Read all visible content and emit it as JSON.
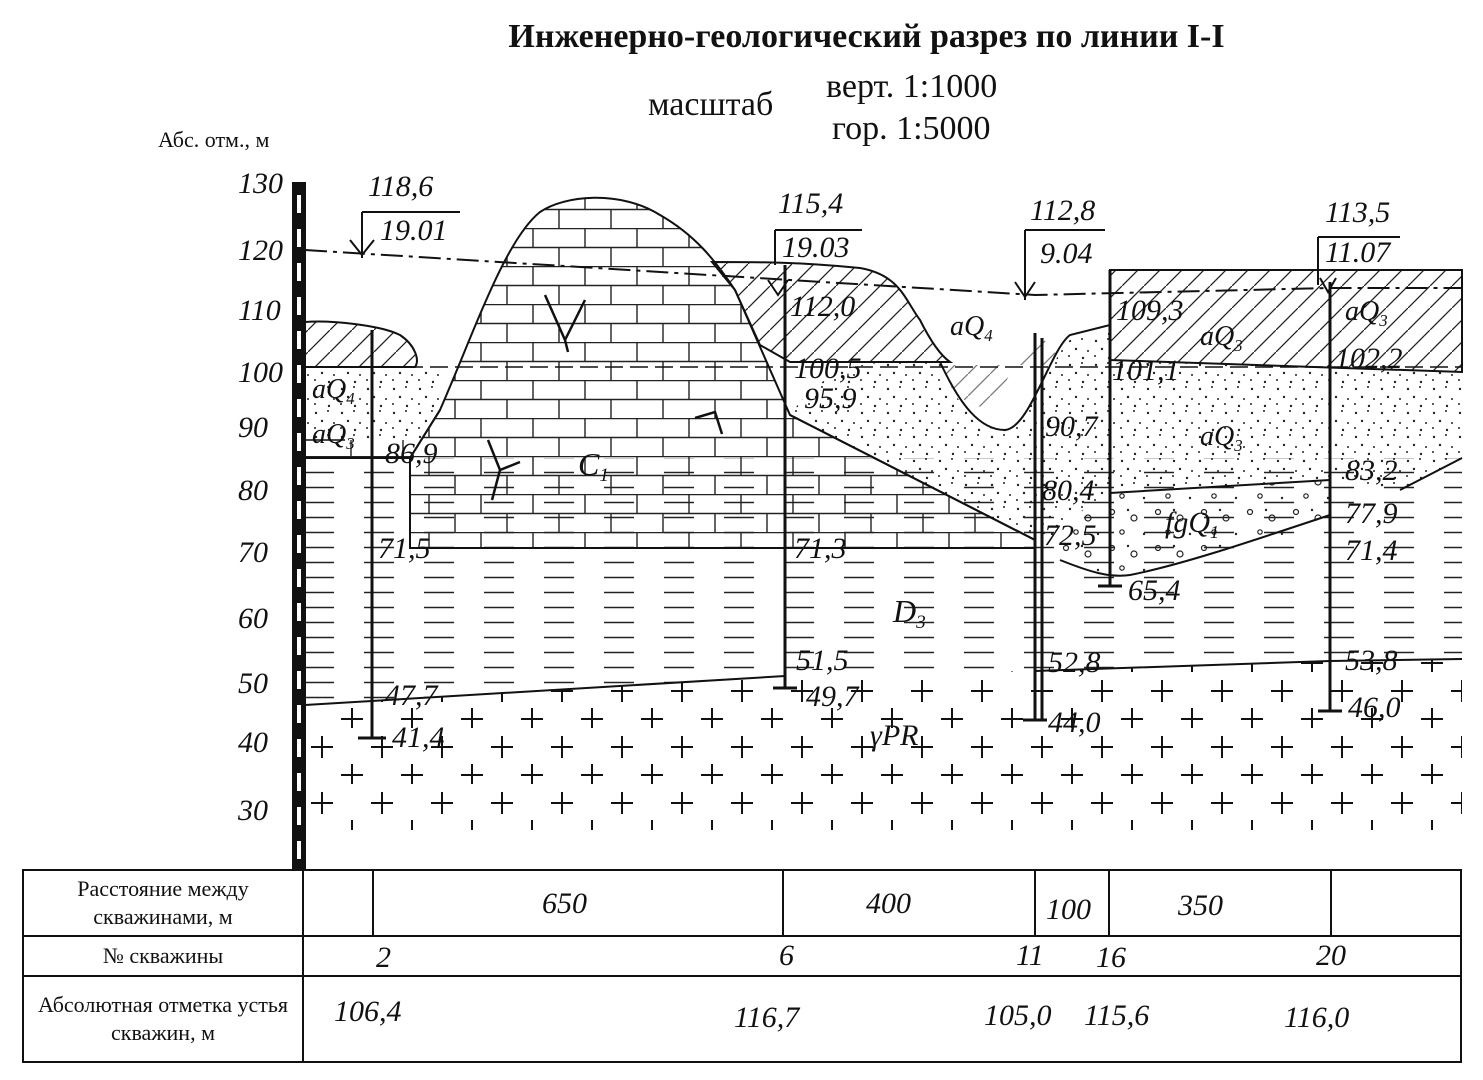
{
  "title": "Инженерно-геологический разрез по линии I-I",
  "scale": {
    "label": "масштаб",
    "vertical": "верт. 1:1000",
    "horizontal": "гор. 1:5000"
  },
  "y_axis": {
    "title": "Абс. отм., м",
    "ticks": [
      "130",
      "120",
      "110",
      "100",
      "90",
      "80",
      "70",
      "60",
      "50",
      "40",
      "30"
    ]
  },
  "boreholes": [
    {
      "id": "2",
      "top": "118,6",
      "date": "19.01",
      "marks": [
        "86,9",
        "71,5",
        "47,7",
        "41,4"
      ]
    },
    {
      "id": "6",
      "top": "115,4",
      "date": "19.03",
      "marks": [
        "112,0",
        "100,5",
        "95,9",
        "71,3",
        "51,5",
        "49,7"
      ]
    },
    {
      "id": "11",
      "top": "112,8",
      "date": "9.04",
      "marks": [
        "90,7",
        "80,4",
        "72,5",
        "52,8",
        "44,0"
      ]
    },
    {
      "id": "16",
      "marks": [
        "109,3",
        "101,1",
        "65,4"
      ]
    },
    {
      "id": "20",
      "top": "113,5",
      "date": "11.07",
      "marks": [
        "102,2",
        "83,2",
        "77,9",
        "71,4",
        "53,8",
        "46,0"
      ]
    }
  ],
  "layer_labels": {
    "aQ4_left": "aQ4",
    "aQ3_left": "aQ3",
    "C1": "C1",
    "aQ4_mid": "aQ4",
    "aQ3_right1": "aQ3",
    "aQ3_right2": "aQ3",
    "aQ3_mid": "aQ3",
    "fgQ1": "fgQ1",
    "D3": "D3",
    "gammaPR": "γPR"
  },
  "table": {
    "row1_label": "Расстояние между скважинами, м",
    "row2_label": "№ скважины",
    "row3_label": "Абсолютная отметка устья скважин, м",
    "distances": [
      "650",
      "400",
      "100",
      "350"
    ],
    "well_numbers": [
      "2",
      "6",
      "11",
      "16",
      "20"
    ],
    "well_elevations": [
      "106,4",
      "116,7",
      "105,0",
      "115,6",
      "116,0"
    ]
  }
}
